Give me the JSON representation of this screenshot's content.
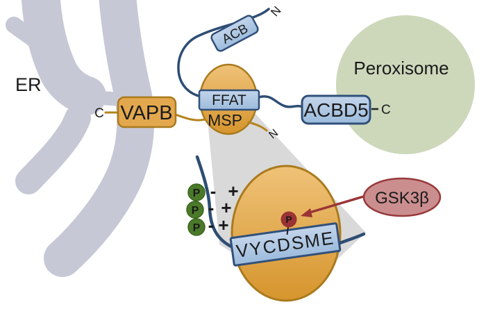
{
  "diagram": {
    "labels": {
      "er": "ER",
      "peroxisome": "Peroxisome",
      "vapb": "VAPB",
      "vapb_terminus": "C",
      "ffat": "FFAT",
      "msp": "MSP",
      "msp_terminus": "N",
      "acb": "ACB",
      "acb_terminus": "N",
      "acbd5": "ACBD5",
      "acbd5_terminus": "C",
      "vycdsme": "VYCDSME",
      "gsk3b": "GSK3β",
      "phospho": "P",
      "minus": "-",
      "plus": "+"
    },
    "colors": {
      "er_fill": "#c7c8d6",
      "peroxisome_fill": "#cdd8bb",
      "cone_fill": "#d9d9d9",
      "protein_blue_light": "#c3d5eb",
      "protein_blue_dark": "#9cbbdc",
      "protein_blue_border": "#31507a",
      "orange_light": "#efc278",
      "orange_dark": "#d6952e",
      "orange_border": "#aa7a1d",
      "vapb_fill": "#e3a84d",
      "membrane_blue": "#2e4d74",
      "orange_line": "#b5841f",
      "gsk3b_fill": "#cb8e8f",
      "gsk3b_border": "#97393b",
      "phospho_green": "#4a7a29",
      "phospho_green_border": "#3c661f",
      "phospho_red": "#9a3335",
      "arrow_red": "#9a3436",
      "text": "#1a1a1a"
    }
  }
}
